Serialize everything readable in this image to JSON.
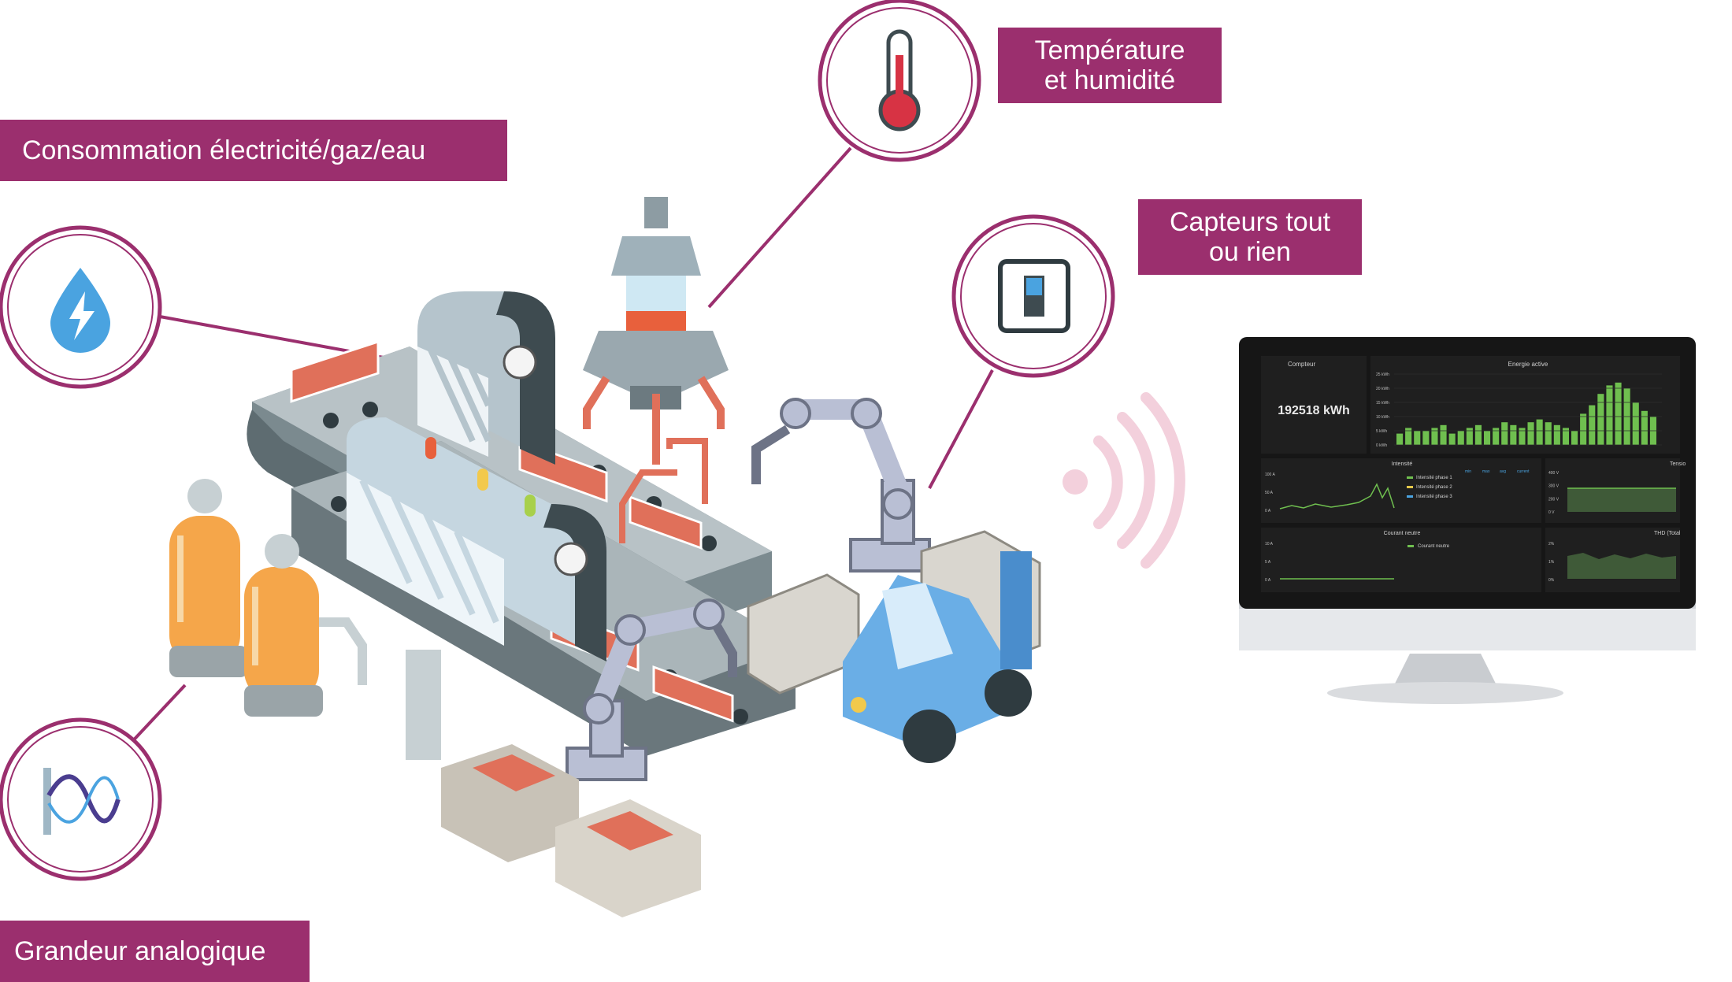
{
  "labels": {
    "consumption": "Consommation électricité/gaz/eau",
    "temperature_line1": "Température",
    "temperature_line2": "et humidité",
    "sensors_line1": "Capteurs tout",
    "sensors_line2": "ou rien",
    "analog": "Grandeur analogique"
  },
  "colors": {
    "accent": "#9b2f6e",
    "screen_bg": "#161616",
    "panel_bg": "#1f1f1f",
    "series_green": "#6fbf4f"
  },
  "dashboard": {
    "counter_title": "Compteur",
    "counter_value": "192518 kWh",
    "energy_title": "Energie active",
    "intensity_title": "Intensité",
    "intensity_legend": [
      "Intensité phase 1",
      "Intensité phase 2",
      "Intensité phase 3"
    ],
    "intensity_table_headers": [
      "min",
      "max",
      "avg",
      "current"
    ],
    "tension_title": "Tensio",
    "neutral_title": "Courant neutre",
    "neutral_legend": "Courant neutre",
    "thd_title": "THD (Total",
    "axis_y_energy": [
      "25 kWh",
      "20 kWh",
      "15 kWh",
      "10 kWh",
      "5 kWh",
      "0 kWh"
    ],
    "axis_y_intensity": [
      "100 A",
      "50 A",
      "0 A"
    ],
    "axis_y_tension": [
      "400 V",
      "300 V",
      "200 V",
      "0 V"
    ],
    "axis_y_neutral": [
      "10 A",
      "5 A",
      "0 A"
    ],
    "axis_y_thd": [
      "2%",
      "1%",
      "0%"
    ]
  },
  "chart_data": {
    "type": "bar",
    "title": "Energie active",
    "values": [
      4,
      6,
      5,
      5,
      6,
      7,
      4,
      5,
      6,
      7,
      5,
      6,
      8,
      7,
      6,
      8,
      9,
      8,
      7,
      6,
      5,
      11,
      14,
      18,
      21,
      22,
      20,
      15,
      12,
      10
    ]
  }
}
